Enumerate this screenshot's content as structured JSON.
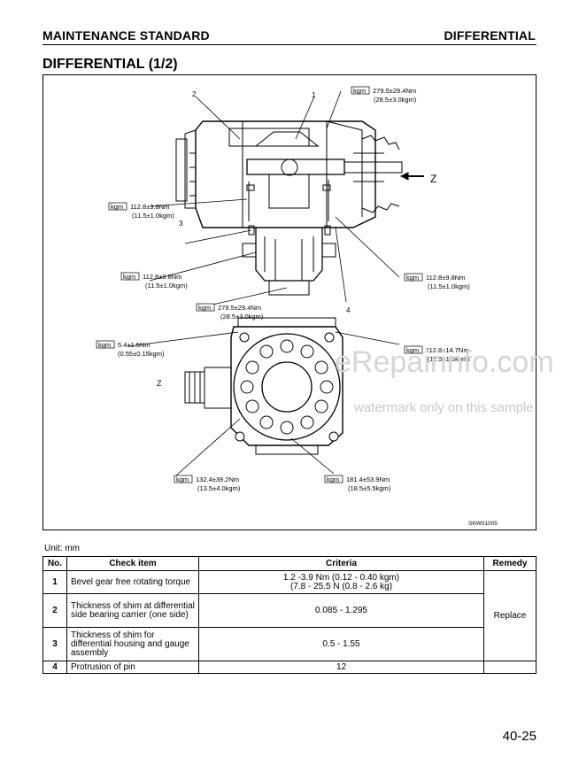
{
  "header": {
    "left": "MAINTENANCE STANDARD",
    "right": "DIFFERENTIAL"
  },
  "title": "DIFFERENTIAL (1/2)",
  "figure": {
    "callouts": {
      "c1": "1",
      "c2": "2",
      "c3": "3",
      "c4": "4"
    },
    "view_label": "Z",
    "view_label_bottom": "Z",
    "kgm": "kgm",
    "torques": [
      {
        "nm": "279.5±29.4Nm",
        "kgm": "(28.5±3.0kgm)"
      },
      {
        "nm": "112.8±9.8Nm",
        "kgm": "(11.5±1.0kgm)"
      },
      {
        "nm": "112.8±9.8Nm",
        "kgm": "(11.5±1.0kgm)"
      },
      {
        "nm": "112.8±9.8Nm",
        "kgm": "(11.5±1.0kgm)"
      },
      {
        "nm": "279.5±29.4Nm",
        "kgm": "(28.5±3.0kgm)"
      },
      {
        "nm": "5.4±1.5Nm",
        "kgm": "(0.55±0.15kgm)"
      },
      {
        "nm": "112.8±14.7Nm",
        "kgm": "(11.5±1.5kgm)"
      },
      {
        "nm": "132.4±39.2Nm",
        "kgm": "(13.5±4.0kgm)"
      },
      {
        "nm": "181.4±53.9Nm",
        "kgm": "(18.5±5.5kgm)"
      }
    ],
    "code": "SKW01005"
  },
  "unit": "Unit: mm",
  "table": {
    "headers": {
      "no": "No.",
      "check": "Check item",
      "criteria": "Criteria",
      "remedy": "Remedy"
    },
    "rows": [
      {
        "no": "1",
        "check": "Bevel gear free rotating torque",
        "criteria_1": "1.2 -3.9 Nm (0.12 - 0.40 kgm)",
        "criteria_2": "(7.8 - 25.5 N (0.8 - 2.6 kg)"
      },
      {
        "no": "2",
        "check": "Thickness of shim at differential side bearing carrier (one side)",
        "criteria_1": "0.085 - 1.295"
      },
      {
        "no": "3",
        "check": "Thickness of shim for differential housing and gauge assembly",
        "criteria_1": "0.5 - 1.55"
      },
      {
        "no": "4",
        "check": "Protrusion of pin",
        "criteria_1": "12"
      }
    ],
    "remedy": "Replace"
  },
  "watermark": {
    "site": "eRepairinfo.com",
    "note": "watermark only on this sample"
  },
  "page_number": "40-25"
}
